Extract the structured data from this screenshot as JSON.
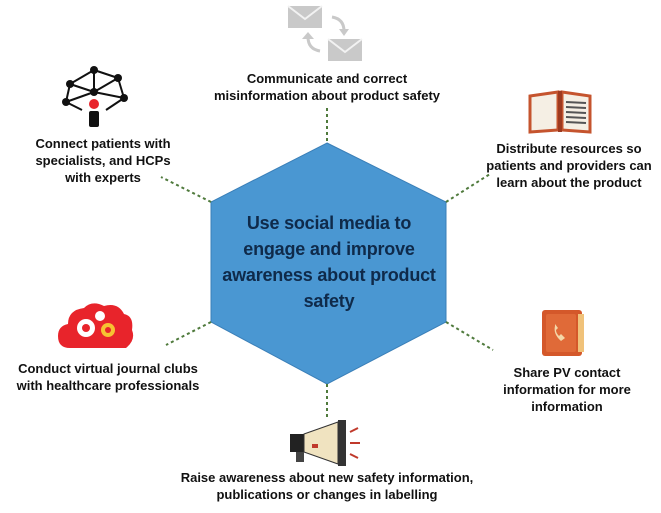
{
  "center": {
    "lines": [
      "Use social media to",
      "engage and improve",
      "awareness about product",
      "safety"
    ]
  },
  "items": {
    "communicate": {
      "icon": "envelope-exchange-icon",
      "lines": [
        "Communicate and correct",
        "misinformation about product safety"
      ]
    },
    "distribute": {
      "icon": "open-book-icon",
      "lines": [
        "Distribute resources so",
        "patients and providers can",
        "learn about the product"
      ]
    },
    "share": {
      "icon": "phone-book-icon",
      "lines": [
        "Share PV contact",
        "information for more",
        "information"
      ]
    },
    "raise": {
      "icon": "megaphone-icon",
      "lines": [
        "Raise awareness about new safety information,",
        "publications or changes in labelling"
      ]
    },
    "conduct": {
      "icon": "gears-cloud-icon",
      "lines": [
        "Conduct virtual journal clubs",
        "with healthcare professionals"
      ]
    },
    "connect": {
      "icon": "network-person-icon",
      "lines": [
        "Connect patients with",
        "specialists, and HCPs",
        "with experts"
      ]
    }
  },
  "colors": {
    "hexagon": "#4a97d2",
    "hexagon_border": "#3a7fb8",
    "connector": "#4f7a3c"
  }
}
